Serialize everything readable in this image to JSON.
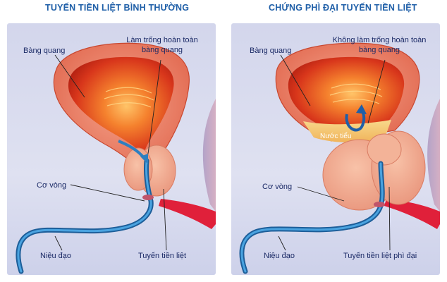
{
  "panels": [
    {
      "title": "TUYẾN TIỀN LIỆT BÌNH THƯỜNG",
      "labels": {
        "bladder": "Bàng quang",
        "empty_line1": "Làm trống hoàn toàn",
        "empty_line2": "bàng quang",
        "sphincter": "Cơ vòng",
        "urethra": "Niệu đạo",
        "prostate": "Tuyến tiền liệt"
      }
    },
    {
      "title": "CHỨNG PHÌ ĐẠI TUYẾN TIỀN LIỆT",
      "labels": {
        "bladder": "Bàng quang",
        "empty_line1": "Không làm trống hoàn toàn",
        "empty_line2": "bàng quang",
        "residual_urine": "Nước tiểu",
        "sphincter": "Cơ vòng",
        "urethra": "Niệu đạo",
        "prostate": "Tuyến tiền liệt phì đại"
      }
    }
  ],
  "colors": {
    "title": "#1f5fa8",
    "label": "#1b2a66",
    "panel_bg": "#d9dcef",
    "bladder_wall": "#e7745c",
    "bladder_inner": "#d63a1c",
    "prostate": "#f1a98a",
    "urethra": "#2e7fc0",
    "artery": "#e0203a"
  }
}
